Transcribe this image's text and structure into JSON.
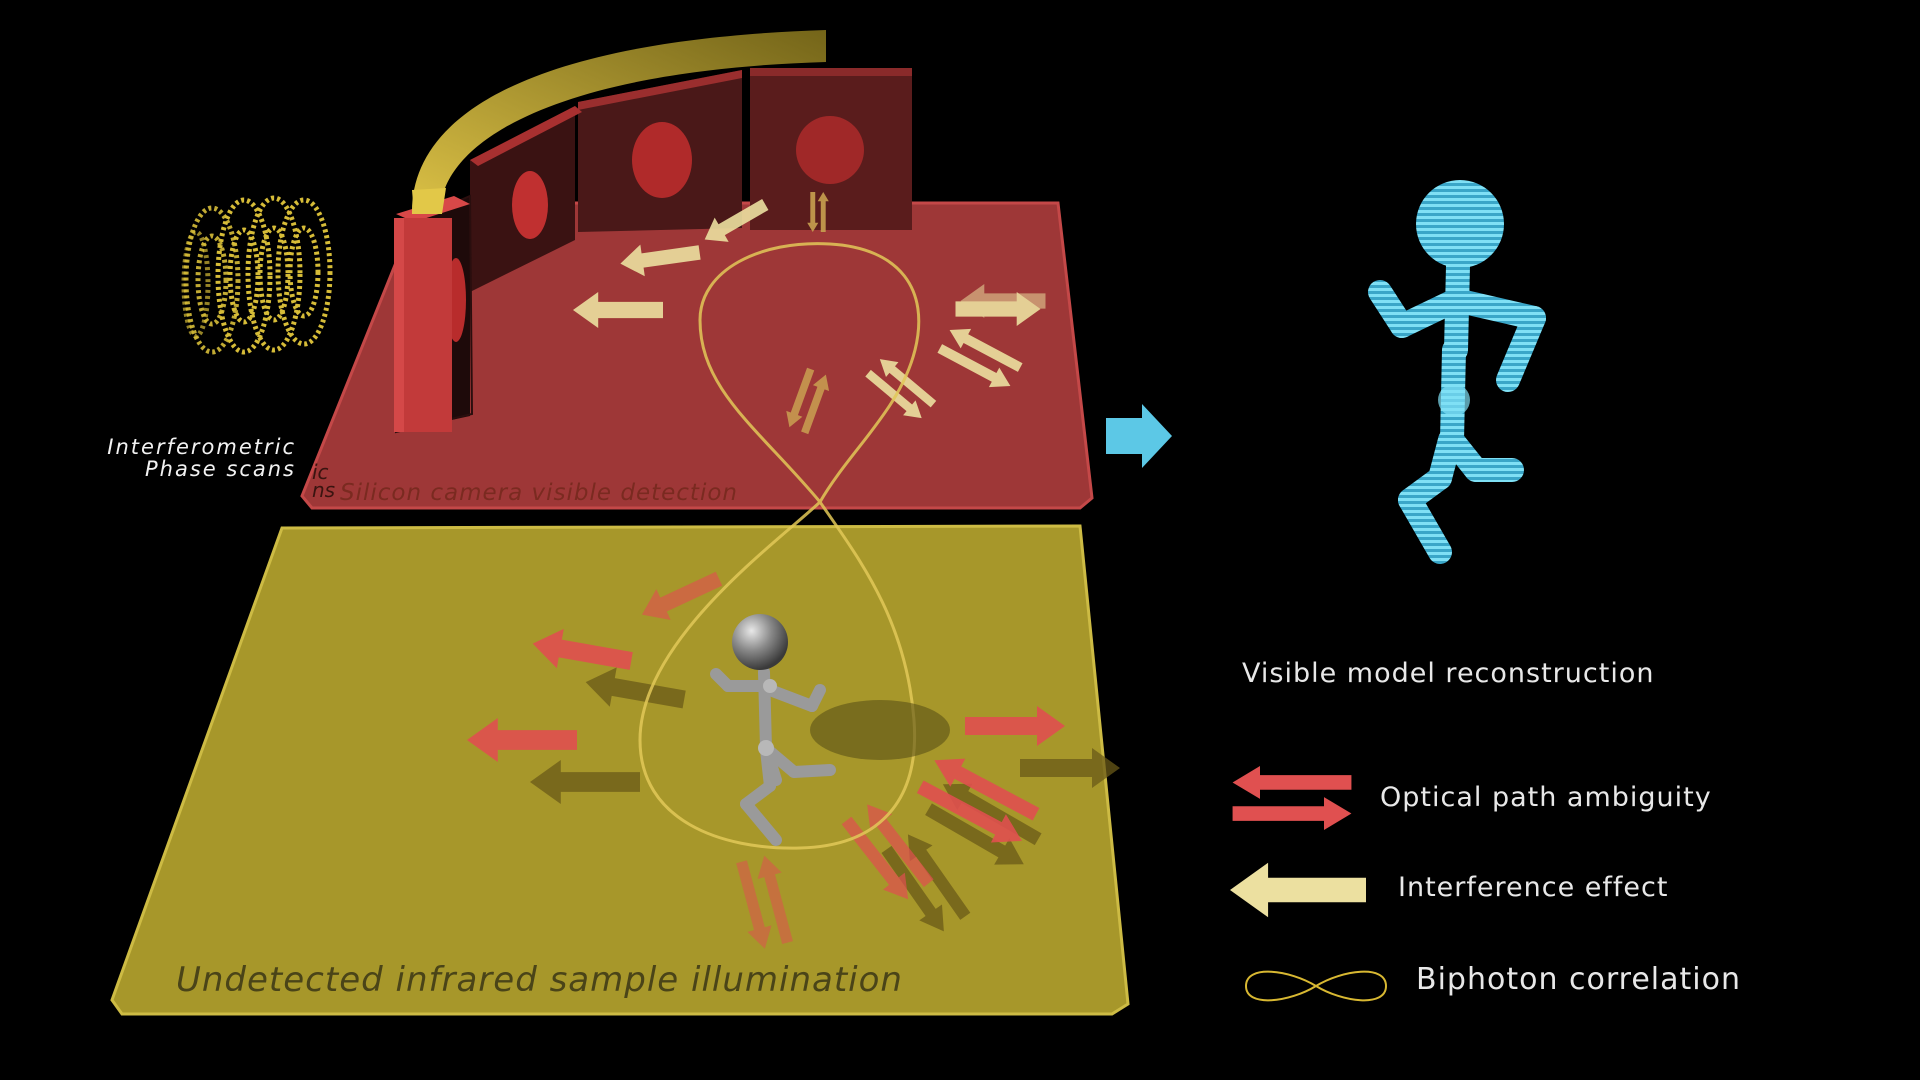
{
  "labels": {
    "phase_line1": "Interferometric",
    "phase_line2": "Phase scans",
    "silicon": "Silicon camera visible detection",
    "undetected": "Undetected infrared sample illumination",
    "reconstruction": "Visible model reconstruction"
  },
  "legend": {
    "path": "Optical path ambiguity",
    "interference": "Interference effect",
    "biphoton": "Biphoton correlation"
  },
  "colors": {
    "background": "#000000",
    "red_plane": "#c14444",
    "yellow_plane": "#b5a42e",
    "red_arrow": "#e05050",
    "yellow_arrow": "#ece0a0",
    "cyan_model": "#5cc8e6",
    "gold_arc": "#d8bb3a"
  }
}
